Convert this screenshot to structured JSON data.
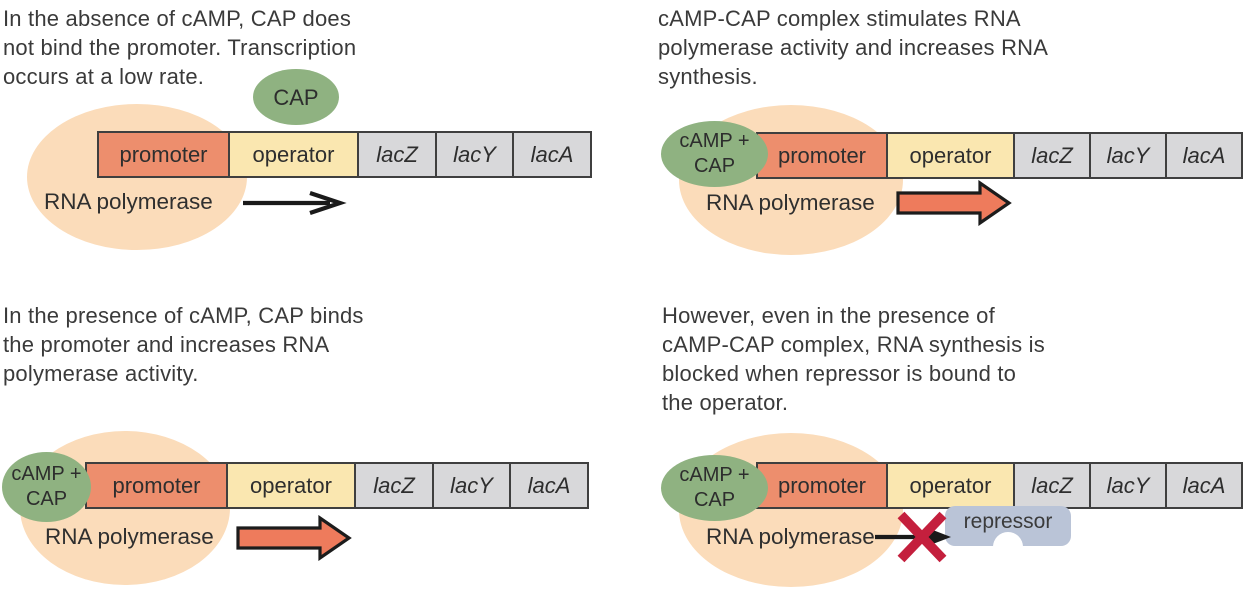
{
  "figure": {
    "topic": "CAP and repressor regulation of the lac operon"
  },
  "operon": {
    "promoter_label": "promoter",
    "operator_label": "operator",
    "genes": [
      "lacZ",
      "lacY",
      "lacA"
    ]
  },
  "panels": {
    "top_left": {
      "caption": "In the absence of cAMP, CAP does\nnot bind the promoter. Transcription\noccurs at a low rate.",
      "cap_label": "CAP",
      "rna_polymerase_label": "RNA polymerase"
    },
    "top_right": {
      "caption": "cAMP-CAP complex stimulates RNA\npolymerase activity and increases RNA\nsynthesis.",
      "camp_cap_label": "cAMP +\nCAP",
      "rna_polymerase_label": "RNA polymerase"
    },
    "bottom_left": {
      "caption": "In the presence of cAMP, CAP binds\nthe promoter and increases RNA\npolymerase activity.",
      "camp_cap_label": "cAMP +\nCAP",
      "rna_polymerase_label": "RNA polymerase"
    },
    "bottom_right": {
      "caption": "However, even in the presence of\ncAMP-CAP complex, RNA synthesis is\nblocked when repressor is bound to\nthe operator.",
      "camp_cap_label": "cAMP +\nCAP",
      "rna_polymerase_label": "RNA polymerase",
      "repressor_label": "repressor"
    }
  },
  "colors": {
    "promoter": "#ed8e6d",
    "operator": "#fae7b0",
    "gene_gray": "#d8d8da",
    "cap_green": "#8fb281",
    "rna_polymerase_peach": "#fbdcba",
    "strong_arrow_orange": "#ee7b5c",
    "blocked_x_red": "#c41f3d",
    "repressor_blue": "#bac4d7",
    "outline_dark": "#3f3f3f"
  }
}
